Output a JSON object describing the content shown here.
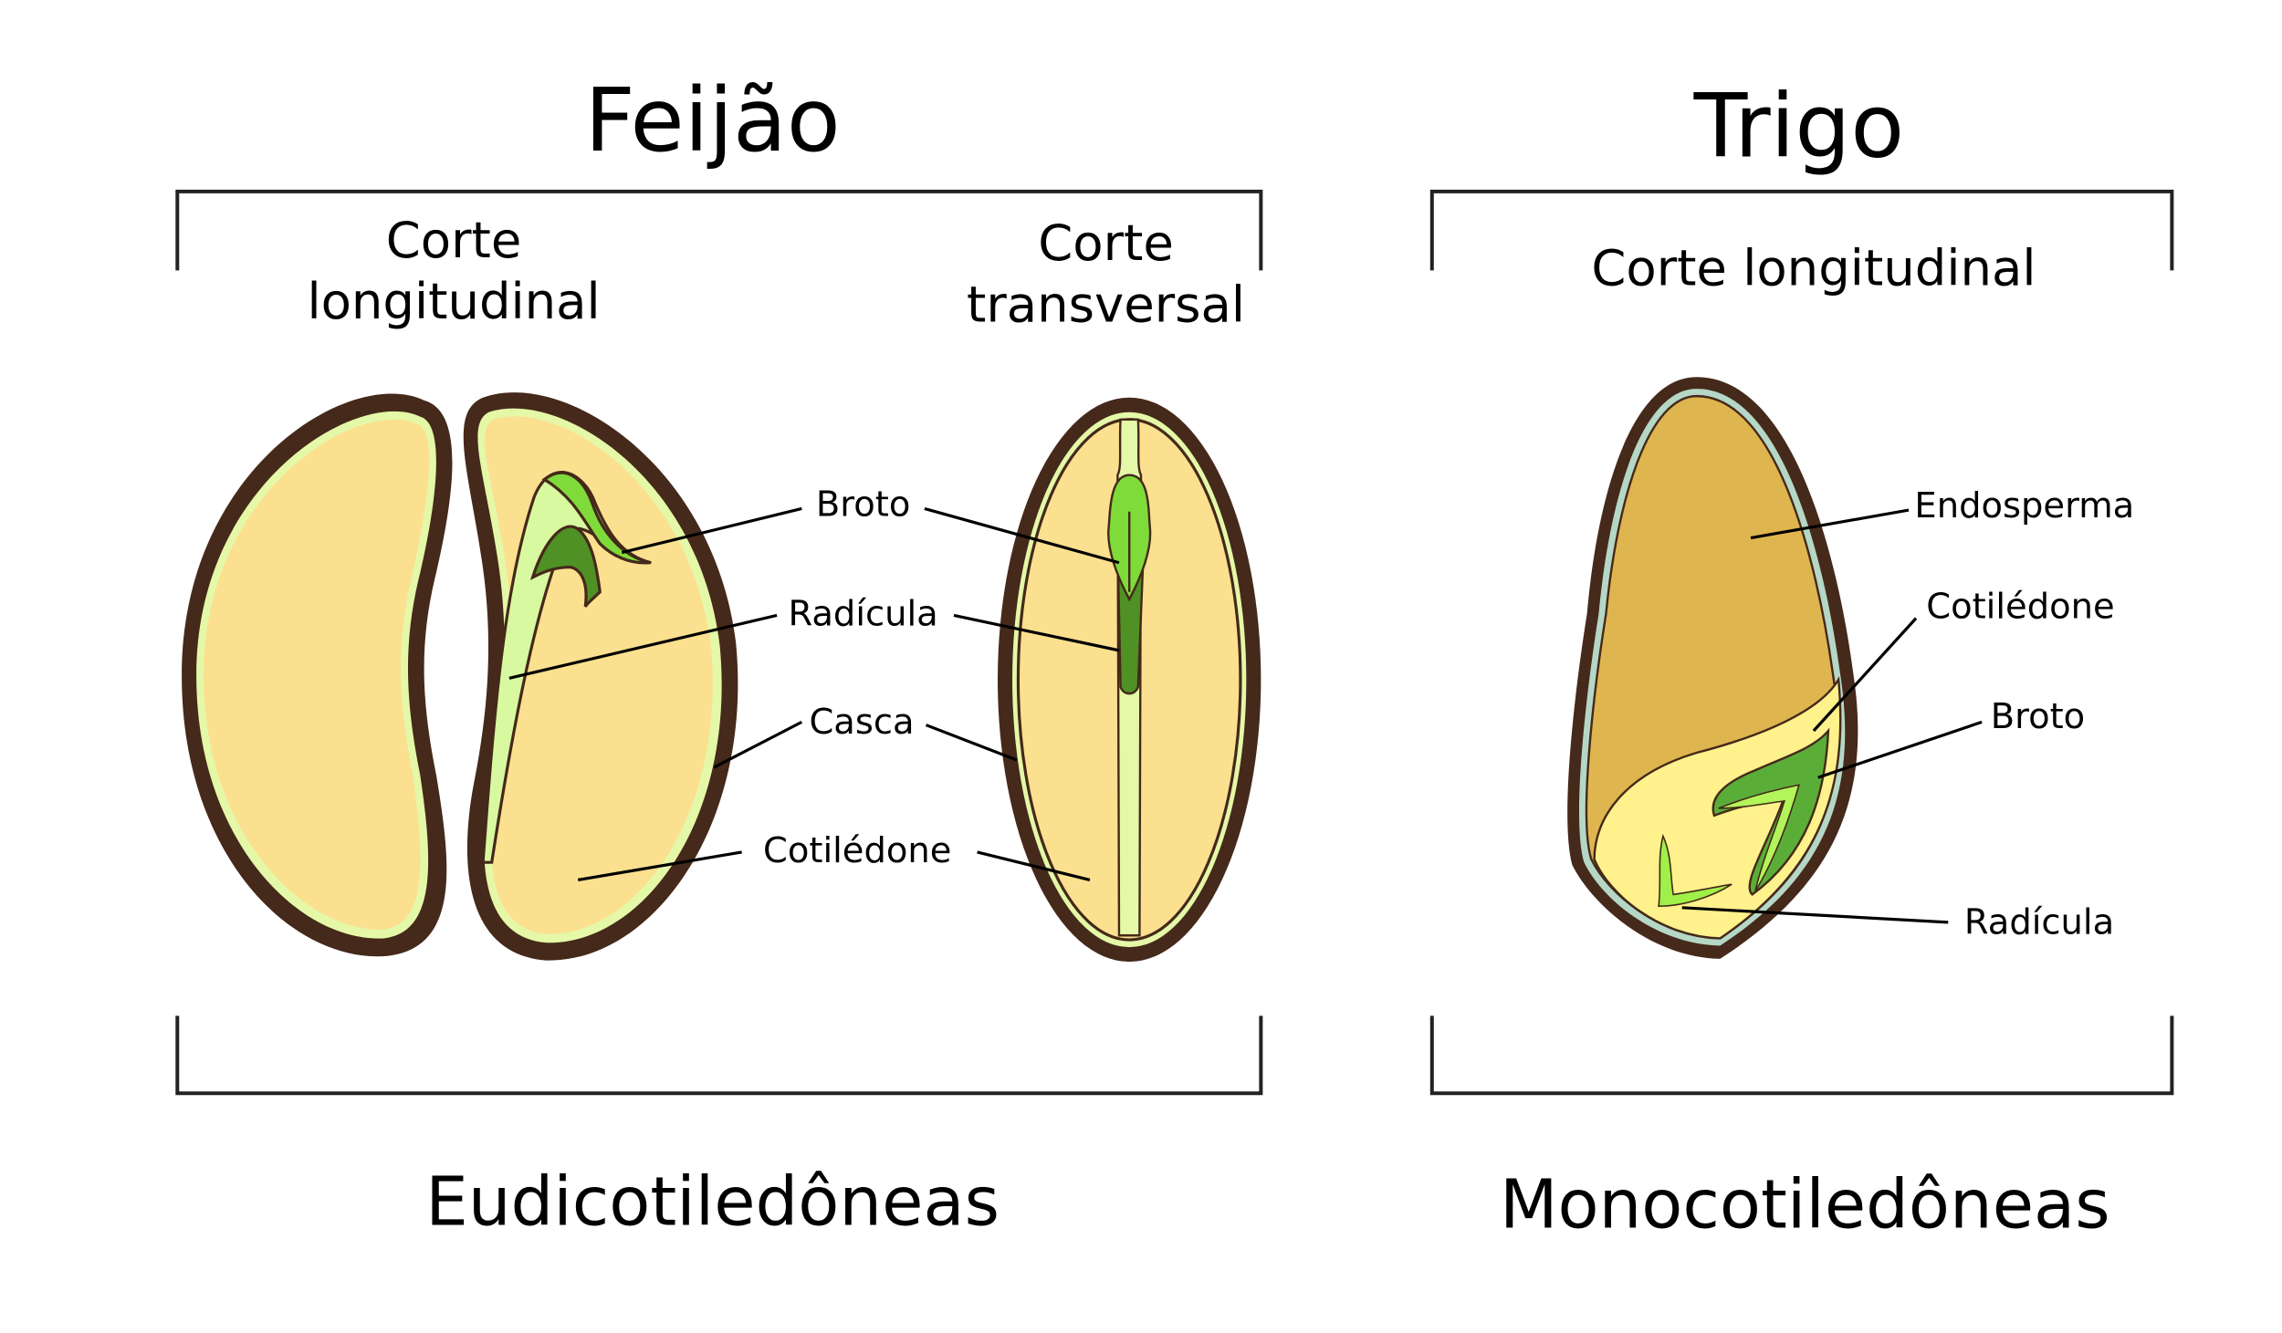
{
  "titles": {
    "left": "Feijão",
    "right": "Trigo"
  },
  "sections": {
    "bean_longitudinal": [
      "Corte",
      "longitudinal"
    ],
    "bean_transversal": [
      "Corte",
      "transversal"
    ],
    "wheat_longitudinal": "Corte longitudinal"
  },
  "groups": {
    "left": "Eudicotiledôneas",
    "right": "Monocotiledôneas"
  },
  "bean_labels": {
    "broto": "Broto",
    "radicula": "Radícula",
    "casca": "Casca",
    "cotiledone": "Cotilédone"
  },
  "wheat_labels": {
    "endosperma": "Endosperma",
    "cotiledone": "Cotilédone",
    "broto": "Broto",
    "radicula": "Radícula"
  },
  "colors": {
    "coat": "#45291a",
    "cotyledon": "#fbe08f",
    "rim": "#e4f8a8",
    "pale_green": "#d8f9a0",
    "light_green": "#7fdb3a",
    "dark_green": "#4f9124",
    "endosperm": "#dfb54f",
    "embryo_yellow": "#fff18c",
    "aleurone": "#b5d7c6"
  }
}
